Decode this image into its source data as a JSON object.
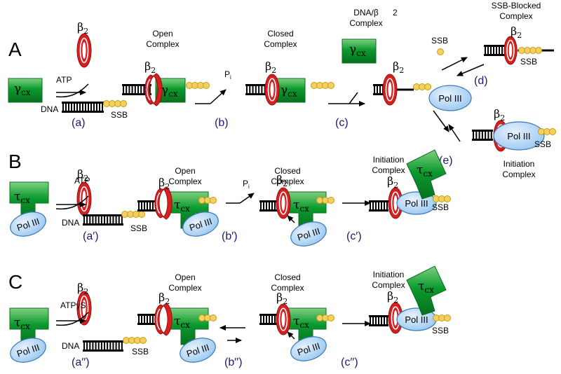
{
  "panels": {
    "a": {
      "letter": "A"
    },
    "b": {
      "letter": "B"
    },
    "c": {
      "letter": "C"
    }
  },
  "labels": {
    "gamma": "γ",
    "tau": "τ",
    "cx": "cx",
    "beta": "β",
    "two": "2",
    "atp": "ATP",
    "atp_gamma_s": "ATPγS",
    "dna": "DNA",
    "ssb": "SSB",
    "pi_p": "P",
    "pi_i": "i",
    "pol3": "Pol III",
    "dna_beta_line1": "DNA/β",
    "dna_beta_sub": "2",
    "complex": "Complex",
    "open": "Open",
    "closed": "Closed",
    "initiation": "Initiation",
    "ssb_blocked": "SSB-Blocked"
  },
  "steps": {
    "a": "(a)",
    "b": "(b)",
    "c": "(c)",
    "d": "(d)",
    "e": "(e)",
    "a1": "(a′)",
    "b1": "(b′)",
    "c1": "(c′)",
    "a2": "(a′′)",
    "b2": "(b′′)",
    "c2": "(c′′)"
  },
  "colors": {
    "green_light": "#7fd07f",
    "green": "#0b9a2e",
    "green_dark": "#08701f",
    "red": "#d62020",
    "red_dark": "#9a0c0c",
    "ssb": "#f4d060",
    "ssb_edge": "#c99b10",
    "pol_light": "#e6f2ff",
    "pol": "#9ac8f0",
    "pol_edge": "#3a78b8",
    "step_text": "#1a1a7a"
  }
}
